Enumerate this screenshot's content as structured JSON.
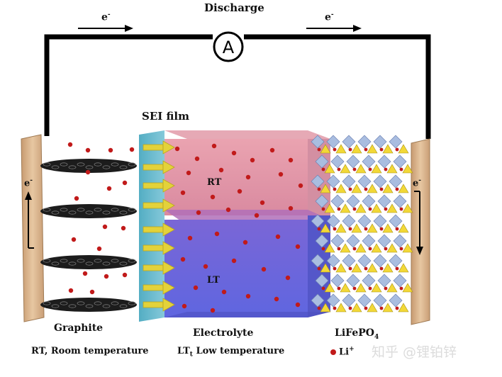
{
  "title": "Discharge",
  "electron_label": "e",
  "electron_superscript": "-",
  "ammeter_label": "A",
  "sei_label": "SEI film",
  "rt_label": "RT",
  "lt_label": "LT",
  "graphite_label": "Graphite",
  "electrolyte_label": "Electrolyte",
  "lifepo_label": "LiFePO",
  "lifepo_subscript": "4",
  "rt_note_label": "RT, Room temperature",
  "lt_note_label_main": "LT",
  "lt_note_subscript": "t",
  "lt_note_label_rest": " Low temperature",
  "li_label": "Li",
  "li_superscript": "+",
  "watermark": "知乎 @锂铂锌",
  "colors": {
    "rt_region": "#e29aa8",
    "lt_region": "#6c6fe0",
    "sei": "#5fb4c9",
    "collector": "#d9b48c",
    "li_ion": "#c11a1a",
    "arrow": "#e3d23a",
    "octahedron": "#a9bde0",
    "tetrahedron": "#f2d837"
  }
}
